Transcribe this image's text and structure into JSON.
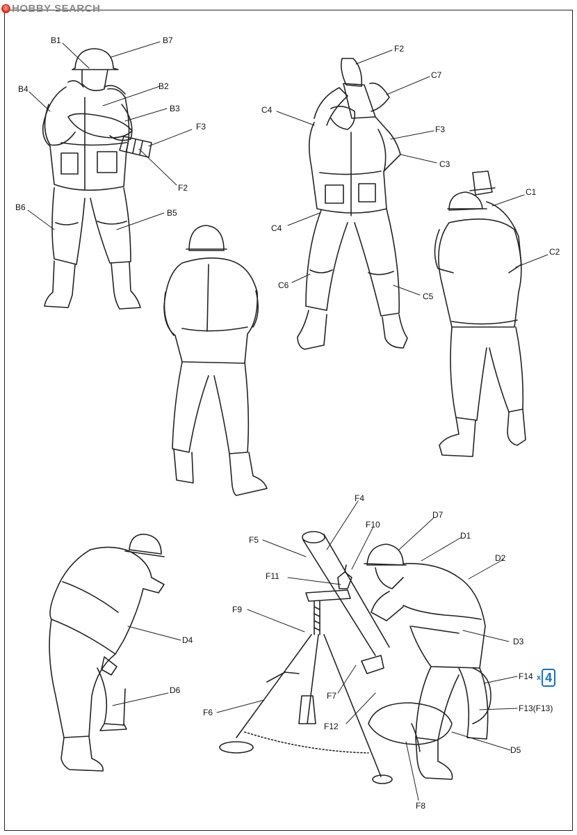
{
  "watermark": {
    "badge": "®",
    "text": "HOBBY SEARCH"
  },
  "quantity": {
    "multiplier": "x",
    "value": "4"
  },
  "labels": {
    "b1": "B1",
    "b2": "B2",
    "b3": "B3",
    "b4": "B4",
    "b5": "B5",
    "b6": "B6",
    "b7": "B7",
    "b_f2": "F2",
    "b_f3": "F3",
    "c1": "C1",
    "c2": "C2",
    "c3": "C3",
    "c4a": "C4",
    "c4b": "C4",
    "c5": "C5",
    "c6": "C6",
    "c7": "C7",
    "c_f2": "F2",
    "c_f3": "F3",
    "d1": "D1",
    "d2": "D2",
    "d3": "D3",
    "d4": "D4",
    "d5": "D5",
    "d6": "D6",
    "d7": "D7",
    "f4": "F4",
    "f5": "F5",
    "f6": "F6",
    "f7": "F7",
    "f8": "F8",
    "f9": "F9",
    "f10": "F10",
    "f11": "F11",
    "f12": "F12",
    "f13": "F13(F13)",
    "f14": "F14"
  }
}
